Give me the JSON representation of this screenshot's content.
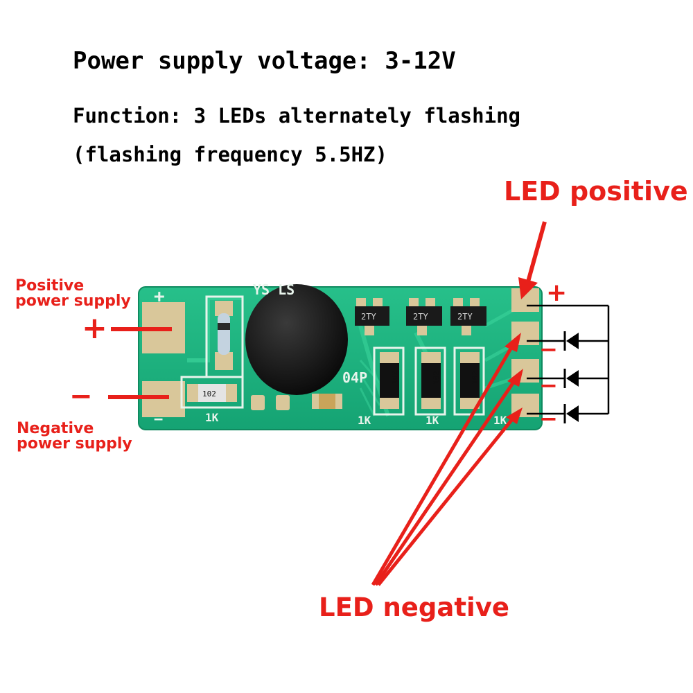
{
  "spec": {
    "title": "Power supply voltage: 3-12V",
    "function_line": "Function: 3 LEDs alternately flashing",
    "frequency_line": "(flashing frequency 5.5HZ)"
  },
  "labels": {
    "led_positive": "LED positive",
    "led_negative": "LED negative",
    "positive_power_line1": "Positive",
    "positive_power_line2": "power supply",
    "negative_power_line1": "Negative",
    "negative_power_line2": "power supply"
  },
  "symbols": {
    "plus": "+",
    "minus": "−"
  },
  "board": {
    "silkscreen_plus": "+",
    "silkscreen_minus": "−",
    "silkscreen_top": "YS  LS",
    "silkscreen_mid": "04P",
    "chip_code": "2TY",
    "resistor_code": "102",
    "resistor_value": "1K"
  },
  "colors": {
    "annotation_red": "#e8201a",
    "pcb_green": "#1fb37f",
    "pad_gold": "#d9c79a"
  }
}
